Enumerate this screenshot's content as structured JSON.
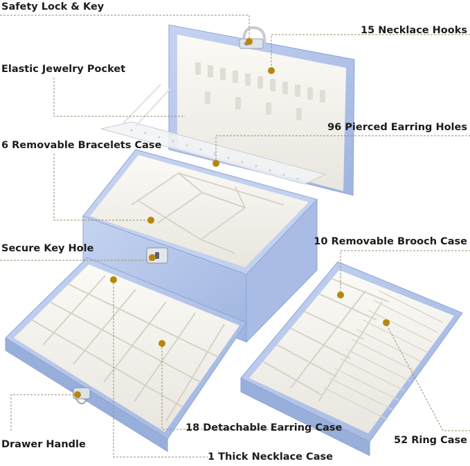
{
  "labels": {
    "safety_lock": "Safety Lock & Key",
    "necklace_hooks": "15 Necklace Hooks",
    "elastic_pocket": "Elastic Jewelry Pocket",
    "earring_holes": "96 Pierced Earring Holes",
    "bracelet_case": "6 Removable Bracelets Case",
    "key_hole": "Secure Key Hole",
    "brooch_case": "10 Removable Brooch Case",
    "earring_case": "18 Detachable Earring Case",
    "drawer_handle": "Drawer Handle",
    "ring_case": "52 Ring Case",
    "necklace_case": "1 Thick Necklace Case"
  },
  "colors": {
    "box_blue": "#b9c9ec",
    "box_blue_dark": "#97aedb",
    "lining_white": "#f5f3ee",
    "marker_gold": "#b8860b",
    "leader_line": "#9a8d6e"
  }
}
